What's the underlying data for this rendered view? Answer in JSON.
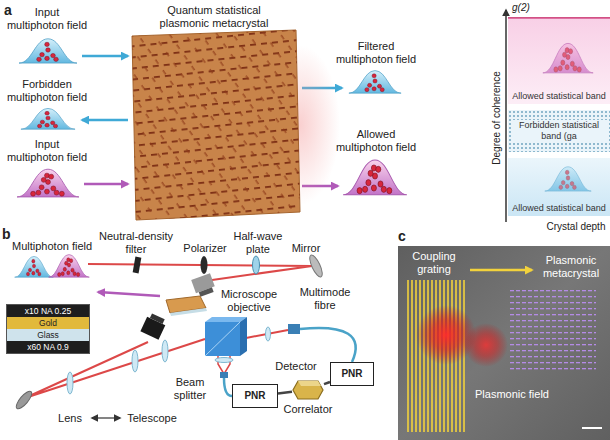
{
  "diagram": {
    "nodes": [
      {
        "text": [
          "Allowed statistical band"
        ]
      },
      {
        "text": [
          "Forbidden statistical band (ga"
        ]
      },
      {
        "text": [
          "Allowed statistical band"
        ]
      },
      {
        "text": [
          "x10 NA 0.25",
          "Gold",
          "Glass",
          "x60 NA 0.9"
        ]
      },
      {
        "text": [
          "PNR"
        ]
      },
      {
        "text": [
          "Correlator"
        ]
      },
      {
        "text": [
          "PNR"
        ]
      }
    ],
    "edges": [
      {
        "from": 4,
        "to": 5,
        "arrow": "none"
      },
      {
        "from": 5,
        "to": 6,
        "arrow": "none"
      }
    ],
    "labels": [
      "a",
      "Input multiphoton field",
      "Forbidden multiphoton field",
      "Input multiphoton field",
      "Quantum statistical plasmonic metacrystal",
      "Filtered multiphoton field",
      "Allowed multiphoton field",
      "g(2)",
      "Degree of coherence",
      "Crystal depth",
      "b",
      "Multiphoton field",
      "Neutral-density filter",
      "Polarizer",
      "Half-wave plate",
      "Mirror",
      "Microscope objective",
      "Multimode fibre",
      "Beam splitter",
      "Detector",
      "Lens",
      "Telescope",
      "c",
      "Coupling grating",
      "Plasmonic metacrystal",
      "Plasmonic field"
    ]
  }
}
